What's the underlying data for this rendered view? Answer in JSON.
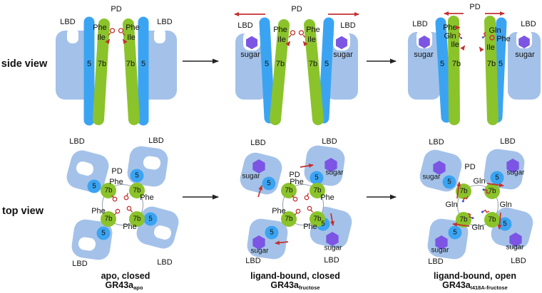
{
  "row_labels": {
    "side": "side view",
    "top": "top view"
  },
  "labels": {
    "pd": "PD",
    "lbd": "LBD",
    "phe": "Phe",
    "ile": "Ile",
    "gln": "Gln",
    "sugar": "sugar",
    "helix5": "5",
    "helix7b": "7b"
  },
  "captions": [
    {
      "state": "apo, closed",
      "molecule": "GR43a",
      "subscript": "apo"
    },
    {
      "state": "ligand-bound, closed",
      "molecule": "GR43a",
      "subscript": "fructose"
    },
    {
      "state": "ligand-bound, open",
      "molecule": "GR43a",
      "subscript": "I418A-fructose"
    }
  ],
  "colors": {
    "lbd": "#a4c2e9",
    "helix5": "#3ba4f2",
    "helix7b": "#8bc32b",
    "sugar": "#7c55e4",
    "red": "#c43030",
    "pore_outline": "#9aa4ad",
    "arrow": "#222222",
    "text": "#111111"
  }
}
